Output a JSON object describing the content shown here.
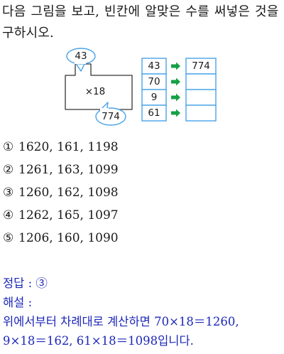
{
  "question": {
    "line1": "다음 그림을 보고, 빈칸에 알맞은 수를 써넣은 것을",
    "line2": "구하시오."
  },
  "figure": {
    "input_value": "43",
    "operation": "×18",
    "output_value": "774",
    "table": {
      "inputs": [
        "43",
        "70",
        "9",
        "61"
      ],
      "outputs": [
        "774",
        "",
        "",
        ""
      ]
    },
    "arrow_color": "#14a046",
    "cell_border_color": "#4aa3e8",
    "bubble_border_color": "#4aa3e8"
  },
  "choices": [
    {
      "num": "①",
      "text": "1620,  161,  1198"
    },
    {
      "num": "②",
      "text": "1261,  163,  1099"
    },
    {
      "num": "③",
      "text": "1260,  162,  1098"
    },
    {
      "num": "④",
      "text": "1262,  165,  1097"
    },
    {
      "num": "⑤",
      "text": "1206,  160,  1090"
    }
  ],
  "answer": {
    "label": "정답 : ③",
    "explanation_label": "해설 :",
    "explanation_line1": "위에서부터 차례대로 계산하면 70×18＝1260,",
    "explanation_line2": "9×18＝162,  61×18＝1098입니다."
  }
}
